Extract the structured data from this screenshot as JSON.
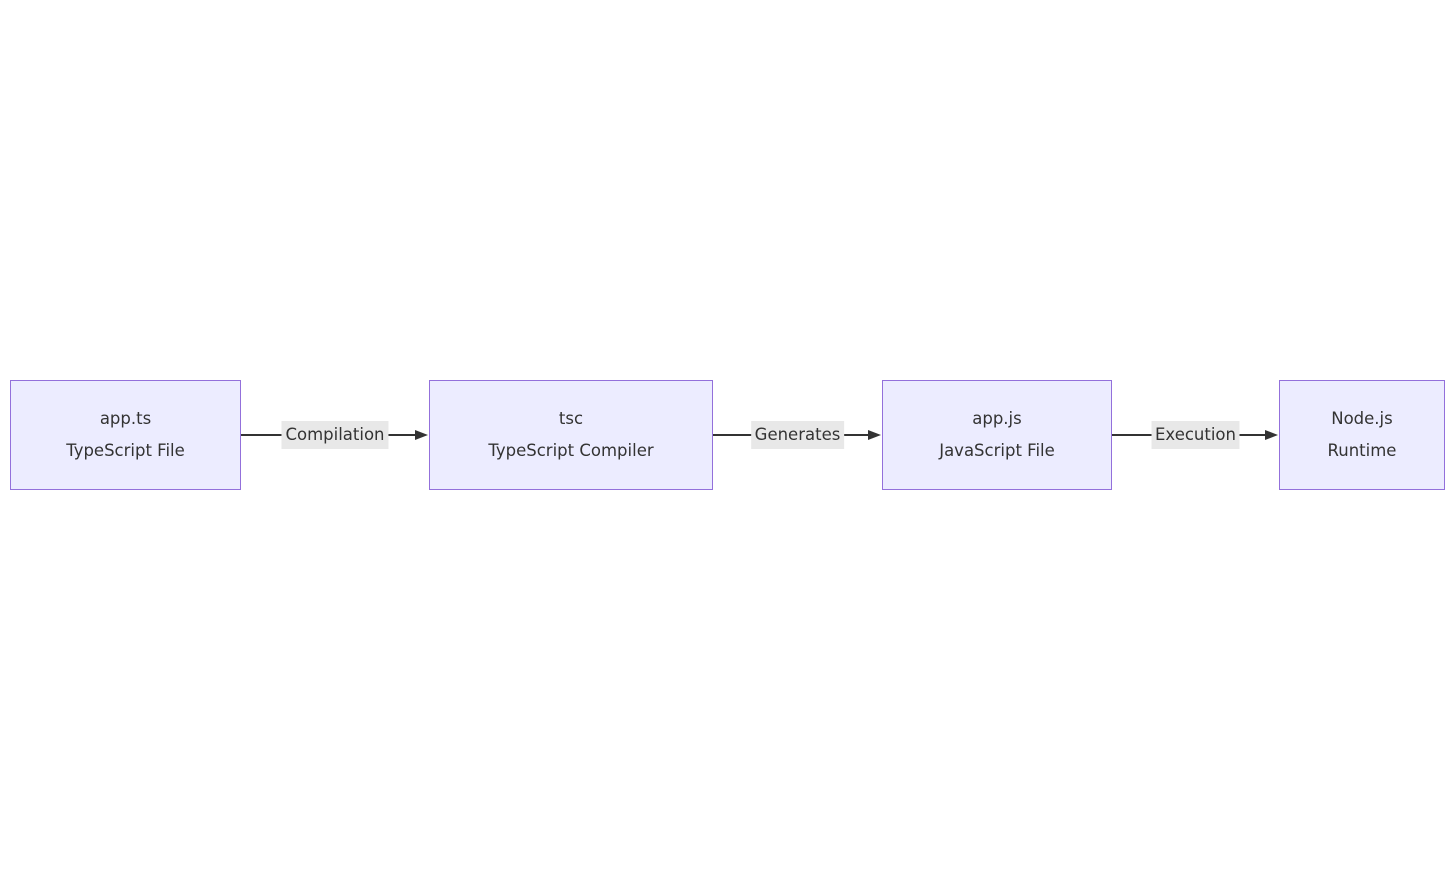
{
  "diagram": {
    "type": "flowchart-LR",
    "nodes": [
      {
        "id": "app-ts",
        "line1": "app.ts",
        "line2": "TypeScript File"
      },
      {
        "id": "tsc",
        "line1": "tsc",
        "line2": "TypeScript Compiler"
      },
      {
        "id": "app-js",
        "line1": "app.js",
        "line2": "JavaScript File"
      },
      {
        "id": "node-js",
        "line1": "Node.js",
        "line2": "Runtime"
      }
    ],
    "edges": [
      {
        "from": "app-ts",
        "to": "tsc",
        "label": "Compilation"
      },
      {
        "from": "tsc",
        "to": "app-js",
        "label": "Generates"
      },
      {
        "from": "app-js",
        "to": "node-js",
        "label": "Execution"
      }
    ],
    "colors": {
      "node_fill": "#ECECFF",
      "node_border": "#9370DB",
      "edge_line": "#333333",
      "edge_label_bg": "#e8e8e8",
      "text": "#333333",
      "background": "#ffffff"
    }
  }
}
